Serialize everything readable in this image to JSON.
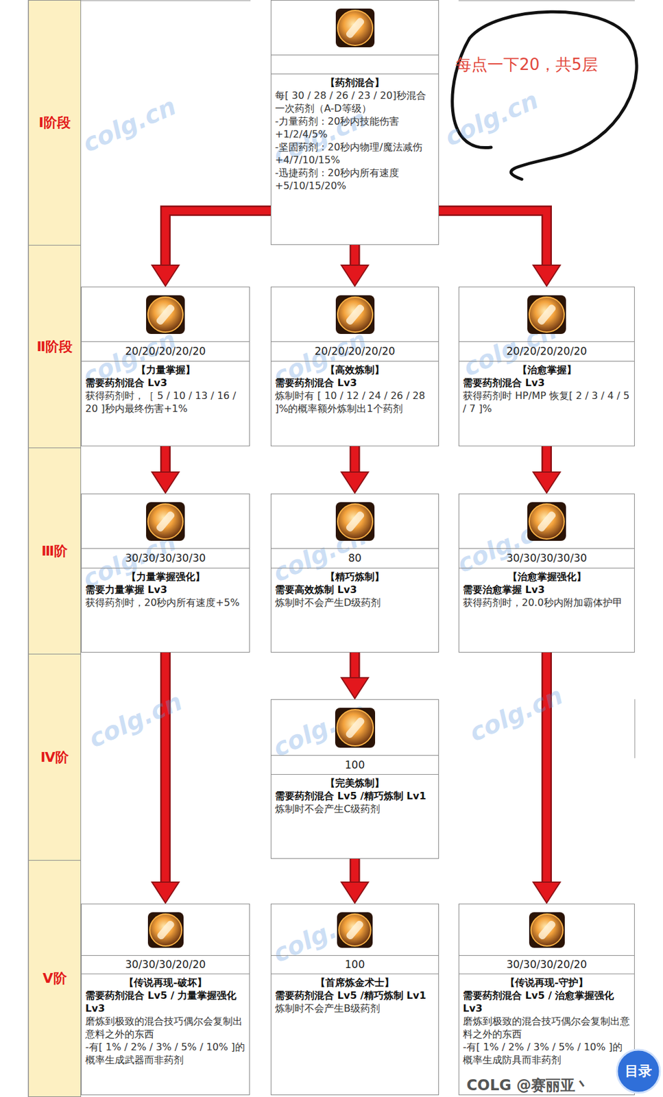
{
  "diagram": {
    "nodes": [
      {
        "text": [
          "Ⅰ阶段"
        ]
      },
      {
        "text": [
          "Ⅱ阶段"
        ]
      },
      {
        "text": [
          "Ⅲ阶"
        ]
      },
      {
        "text": [
          "Ⅳ阶"
        ]
      },
      {
        "text": [
          "Ⅴ阶"
        ]
      },
      {
        "text": [
          "【药剂混合】",
          "每[ 30 / 28 / 26 / 23 / 20]秒混合一次药剂（A-D等级）",
          "-力量药剂：20秒内技能伤害+1/2/4/5%",
          "-坚固药剂：20秒内物理/魔法减伤+4/7/10/15%",
          "-迅捷药剂：20秒内所有速度+5/10/15/20%"
        ]
      },
      {
        "text": [
          "20/20/20/20/20",
          "【力量掌握】",
          "需要药剂混合 Lv3",
          "获得药剂时，［ 5 / 10 / 13 / 16 / 20 ]秒内最终伤害+1%"
        ]
      },
      {
        "text": [
          "20/20/20/20/20",
          "【高效炼制】",
          "需要药剂混合 Lv3",
          "炼制时有 [ 10 / 12 / 24 / 26 / 28 ]%的概率额外炼制出1个药剂"
        ]
      },
      {
        "text": [
          "20/20/20/20/20",
          "【治愈掌握】",
          "需要药剂混合 Lv3",
          "获得药剂时 HP/MP 恢复[ 2 / 3 / 4 / 5 / 7 ]%"
        ]
      },
      {
        "text": [
          "30/30/30/30/30",
          "【力量掌握强化】",
          "需要力量掌握 Lv3",
          "获得药剂时，20秒内所有速度+5%"
        ]
      },
      {
        "text": [
          "80",
          "【精巧炼制】",
          "需要高效炼制 Lv3",
          "炼制时不会产生D级药剂"
        ]
      },
      {
        "text": [
          "30/30/30/30/30",
          "【治愈掌握强化】",
          "需要治愈掌握 Lv3",
          "获得药剂时，20.0秒内附加霸体护甲"
        ]
      },
      {
        "text": [
          "100",
          "【完美炼制】",
          "需要药剂混合 Lv5 /精巧炼制 Lv1",
          "炼制时不会产生C级药剂"
        ]
      },
      {
        "text": [
          "30/30/30/20/20",
          "【传说再现-破坏】",
          "需要药剂混合 Lv5 / 力量掌握强化 Lv3",
          "磨炼到极致的混合技巧偶尔会复制出意料之外的东西",
          "-有[ 1% / 2% / 3% / 5% / 10% ]的概率生成武器而非药剂"
        ]
      },
      {
        "text": [
          "100",
          "【首席炼金术士】",
          "需要药剂混合 Lv5 /精巧炼制 Lv1",
          "炼制时不会产生B级药剂"
        ]
      },
      {
        "text": [
          "30/30/30/20/20",
          "【传说再现-守护】",
          "需要药剂混合 Lv5 / 治愈掌握强化 Lv3",
          "磨炼到极致的混合技巧偶尔会复制出意料之外的东西",
          "-有[ 1% / 2% / 3% / 5% / 10% ]的概率生成防具而非药剂"
        ]
      }
    ],
    "edges": [
      {
        "from": 5,
        "to": 6,
        "arrow": "to"
      },
      {
        "from": 5,
        "to": 7,
        "arrow": "to"
      },
      {
        "from": 5,
        "to": 8,
        "arrow": "to"
      },
      {
        "from": 6,
        "to": 9,
        "arrow": "to"
      },
      {
        "from": 7,
        "to": 10,
        "arrow": "to"
      },
      {
        "from": 8,
        "to": 11,
        "arrow": "to"
      },
      {
        "from": 9,
        "to": 13,
        "arrow": "to"
      },
      {
        "from": 10,
        "to": 12,
        "arrow": "to"
      },
      {
        "from": 11,
        "to": 15,
        "arrow": "to"
      },
      {
        "from": 12,
        "to": 14,
        "arrow": "to"
      }
    ],
    "labels": [
      "每点一下20，共5层",
      "colg.cn",
      "colg.cn",
      "colg.cn",
      "colg.cn",
      "colg.cn",
      "colg.cn",
      "colg.cn",
      "colg.cn",
      "colg.cn",
      "colg.cn",
      "colg.cn",
      "colg.cn",
      "colg.cn",
      "目录",
      "COLG @赛丽亚丶"
    ]
  }
}
